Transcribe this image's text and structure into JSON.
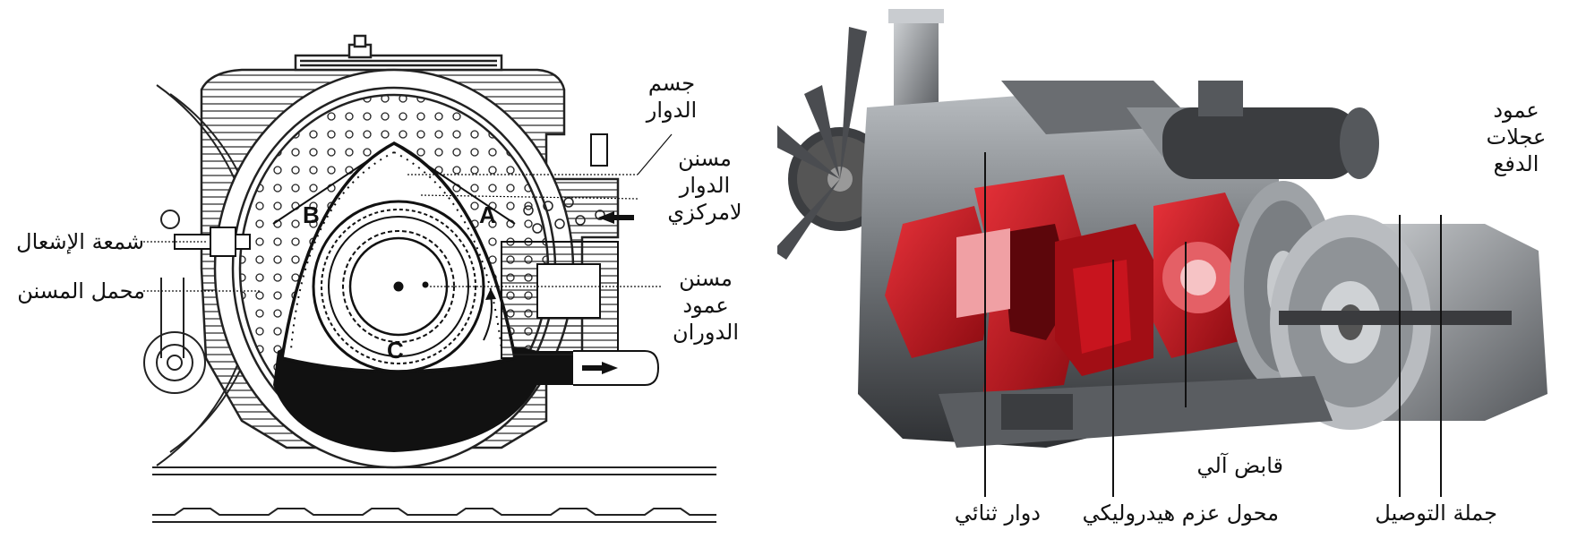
{
  "left_diagram": {
    "labels": {
      "rotor_housing": "جسم الدوار",
      "eccentric_rotor_gear": "مسنن الدوار لامركزي",
      "shaft_gear": "مسنن عمود الدوران",
      "spark_plug": "شمعة الإشعال",
      "gear_carrier": "محمل المسنن"
    },
    "rotor_letters": {
      "a": "A",
      "b": "B",
      "c": "C"
    }
  },
  "right_photo": {
    "labels": {
      "drive_shaft": "عمود عجلات الدفع",
      "automatic_clutch": "قابض آلي",
      "twin_rotor": "دوار ثنائي",
      "torque_converter": "محول عزم هيدروليكي",
      "transmission": "جملة التوصيل"
    }
  },
  "colors": {
    "rotor_red": "#c8141e",
    "metal_dark": "#3a3b3e",
    "metal_light": "#9ea2a6"
  }
}
